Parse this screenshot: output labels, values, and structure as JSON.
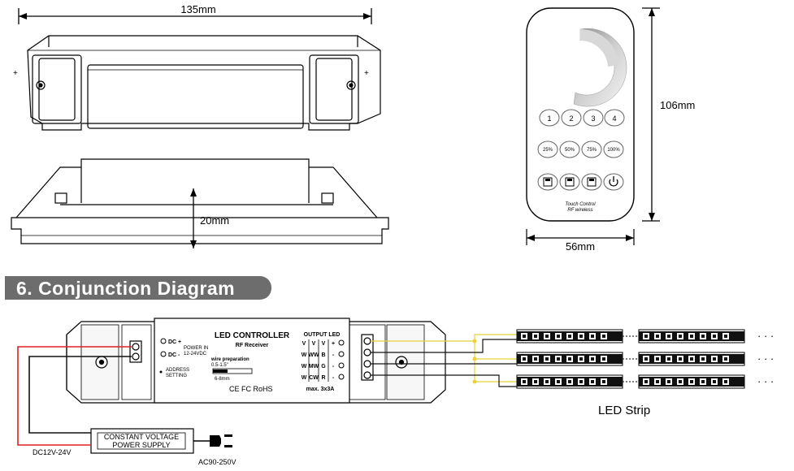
{
  "dimensions": {
    "length": "135mm",
    "height": "20mm",
    "remote_height": "106mm",
    "remote_width": "56mm"
  },
  "remote": {
    "buttons_row1": [
      "1",
      "2",
      "3",
      "4"
    ],
    "buttons_row2": [
      "25%",
      "50%",
      "75%",
      "100%"
    ],
    "brand_line1": "Touch Control",
    "brand_line2": "RF wireless"
  },
  "section": {
    "title": "6. Conjunction Diagram"
  },
  "controller": {
    "title": "LED CONTROLLER",
    "subtitle": "RF Receiver",
    "dc_plus": "DC +",
    "dc_minus": "DC -",
    "power_in": "POWER IN",
    "power_voltage": "12-24VDC",
    "address_line1": "ADDRESS",
    "address_line2": "SETTING",
    "wire_prep": "wire preparation",
    "wire_spec": "0.5-1.5\"",
    "strip_len": "6-8mm",
    "certs": "CE FC RoHS",
    "output_title": "OUTPUT LED",
    "output_cols": [
      "V",
      "V",
      "V"
    ],
    "output_rows": [
      [
        "W",
        "WW",
        "B",
        "-"
      ],
      [
        "W",
        "MW",
        "G",
        "-"
      ],
      [
        "W",
        "CW",
        "R",
        "-"
      ]
    ],
    "output_plus": "+",
    "max_current": "max. 3x3A"
  },
  "psu": {
    "line1": "CONSTANT VOLTAGE",
    "line2": "POWER SUPPLY",
    "dc_label": "DC12V-24V",
    "ac_label": "AC90-250V"
  },
  "led": {
    "label": "LED Strip",
    "ellipsis": "· · ·"
  },
  "colors": {
    "banner": "#6d6d6d",
    "wire_red": "#e02020",
    "wire_yellow": "#e8d23a",
    "wire_black": "#111111"
  }
}
